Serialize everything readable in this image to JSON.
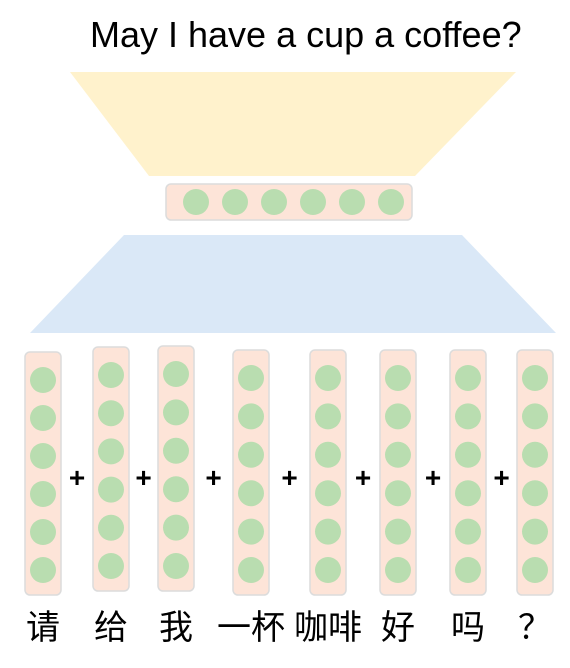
{
  "title": "May I have a cup a coffee?",
  "colors": {
    "decoder": "#fff2cc",
    "encoder": "#dae8f7",
    "vector_bg": "#fde4d8",
    "vector_border": "#dcdcdc",
    "cell": "#b9ddb0"
  },
  "context_vector": {
    "cells": 6
  },
  "word_vectors": [
    {
      "word": "请",
      "cells": 6
    },
    {
      "word": "给",
      "cells": 6
    },
    {
      "word": "我",
      "cells": 6
    },
    {
      "word": "一杯",
      "cells": 6
    },
    {
      "word": "咖啡",
      "cells": 6
    },
    {
      "word": "好",
      "cells": 6
    },
    {
      "word": "吗",
      "cells": 6
    },
    {
      "word": "？",
      "cells": 6
    }
  ],
  "operator": "+"
}
